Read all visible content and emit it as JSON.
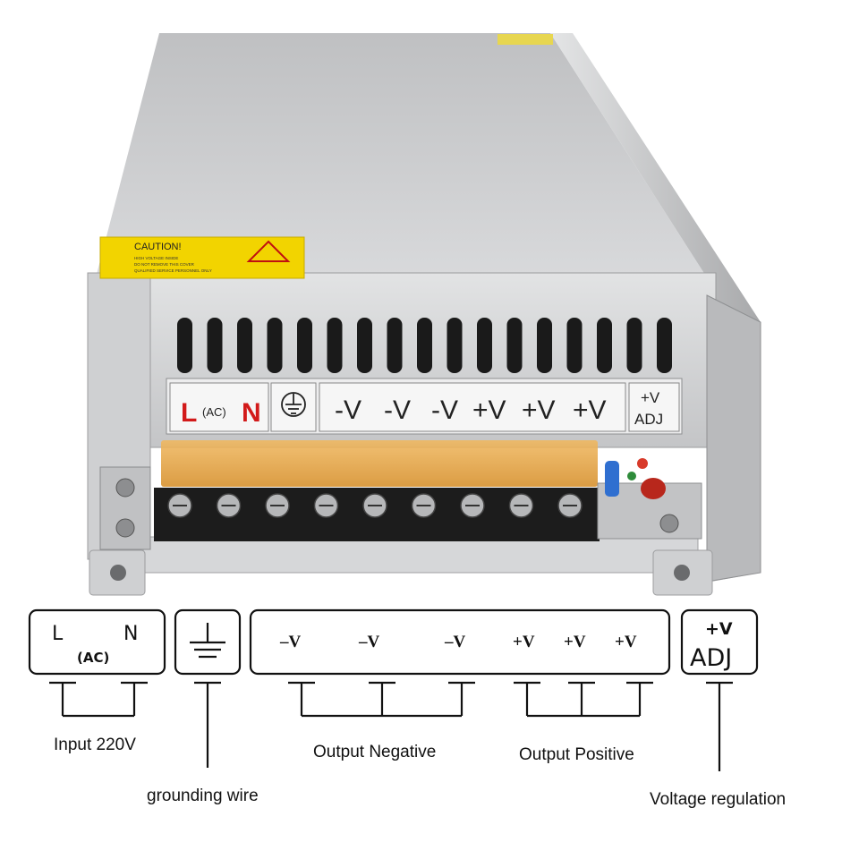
{
  "product": {
    "caution": {
      "title": "CAUTION!",
      "lines": [
        "HIGH VOLTAGE INSIDE",
        "DO NOT REMOVE THIS COVER",
        "QUALIFIED SERVICE PERSONNEL ONLY"
      ]
    },
    "panel": {
      "input_l": "L",
      "input_ac": "(AC)",
      "input_n": "N",
      "outputs": [
        "-V",
        "-V",
        "-V",
        "+V",
        "+V",
        "+V"
      ],
      "adj_top": "+V",
      "adj_bottom": "ADJ"
    },
    "colors": {
      "housing": "#c9cacc",
      "caution": "#f2d400",
      "terminal_cover": "#e8a640",
      "terminal_block": "#1c1c1c",
      "panel_red": "#d21a1a"
    }
  },
  "diagram": {
    "input_box": {
      "l": "L",
      "ac": "(AC)",
      "n": "N"
    },
    "ground_symbol": "ground-icon",
    "output_box": [
      "–V",
      "–V",
      "–V",
      "+V",
      "+V",
      "+V"
    ],
    "adj_box": {
      "top": "+V",
      "bottom": "ADJ"
    },
    "labels": {
      "input": "Input 220V",
      "ground": "grounding wire",
      "negative": "Output Negative",
      "positive": "Output Positive",
      "regulation": "Voltage regulation"
    }
  }
}
